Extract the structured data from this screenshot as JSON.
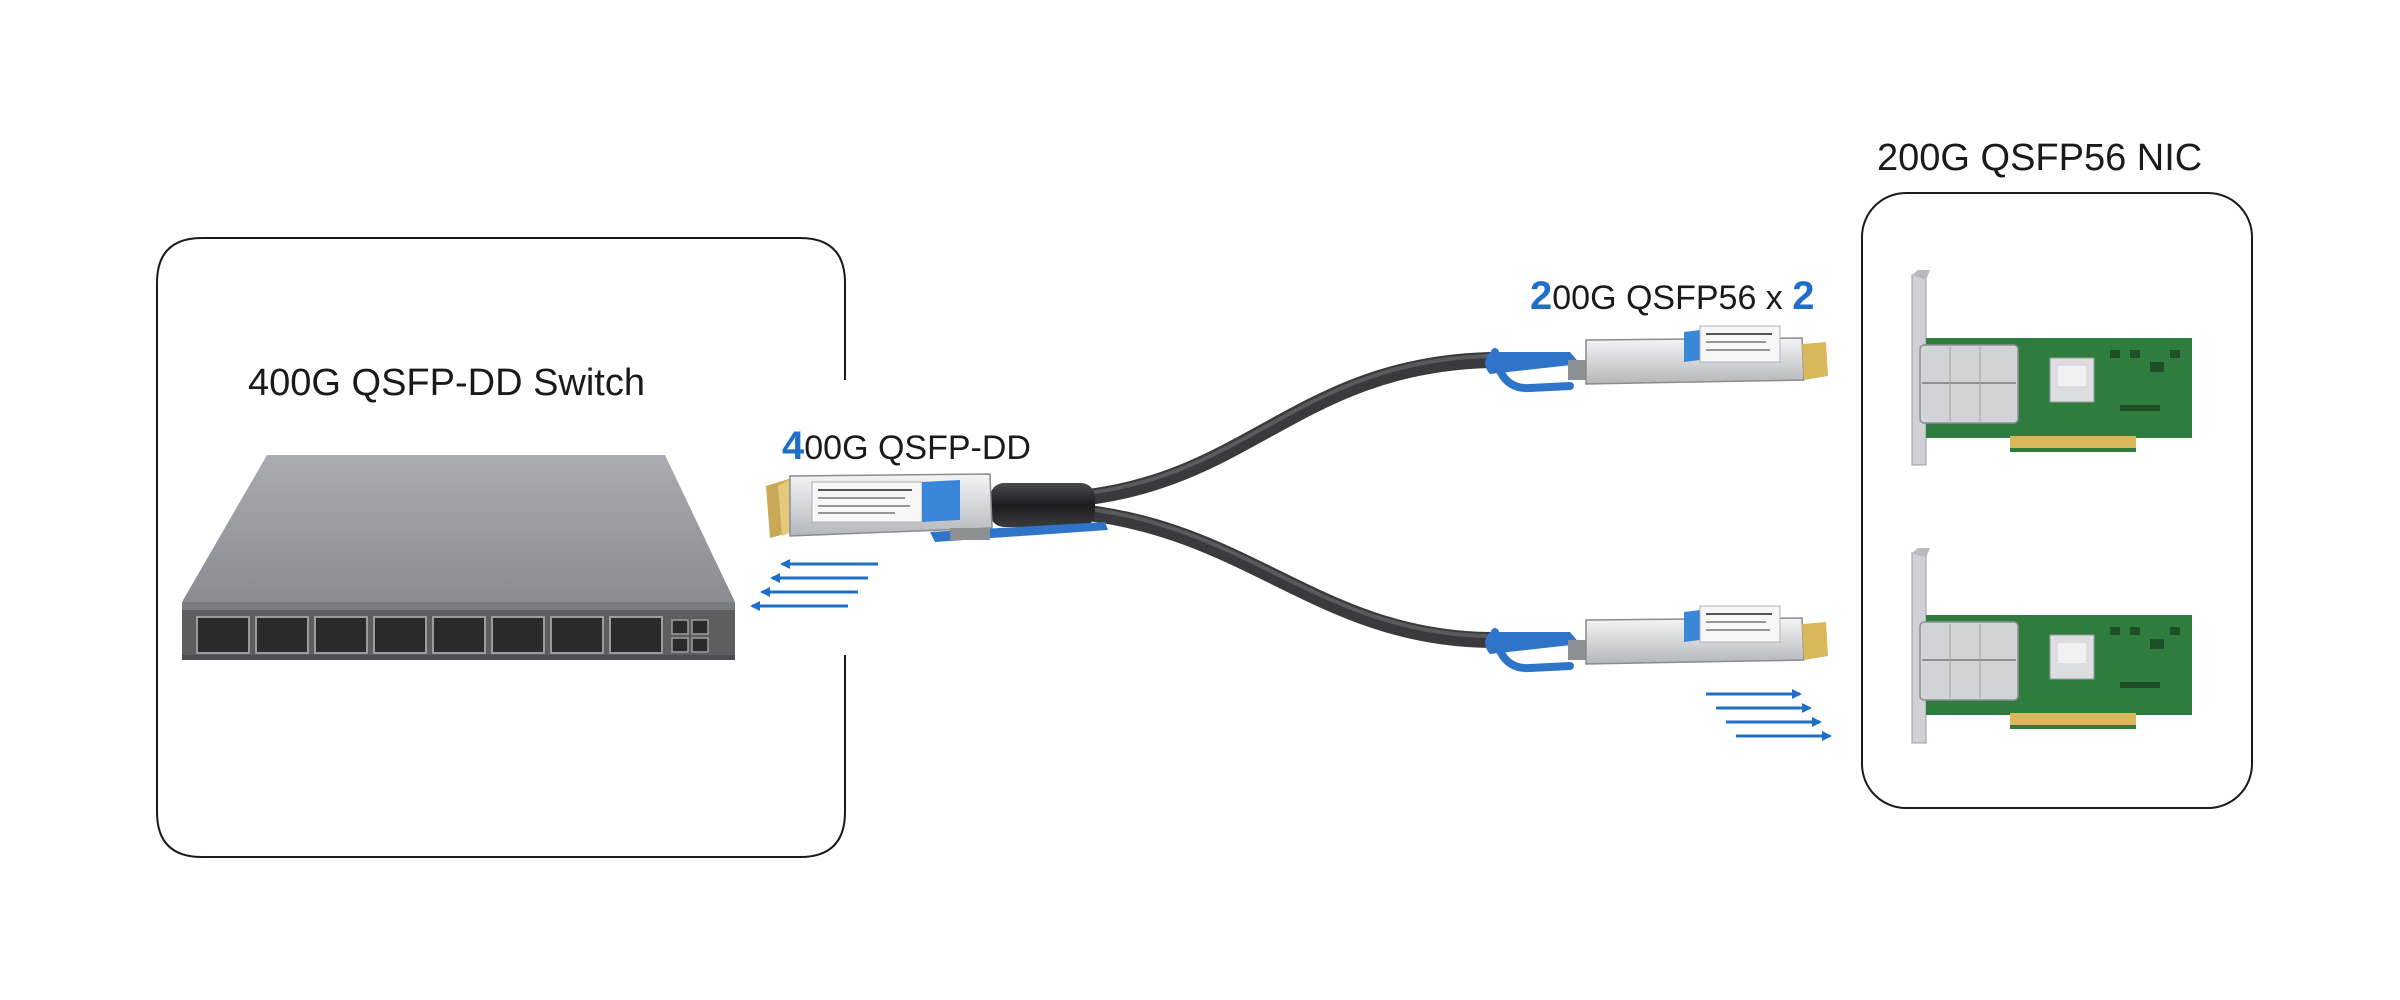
{
  "switch": {
    "title": "400G QSFP-DD Switch"
  },
  "qsfpdd_label": {
    "lead": "4",
    "rest": "00G QSFP-DD"
  },
  "qsfp56_label": {
    "lead": "2",
    "middle": "00G QSFP56 x ",
    "tail": "2"
  },
  "nic": {
    "title": "200G QSFP56 NIC"
  },
  "colors": {
    "accent_blue": "#1f6fc9",
    "switch_body": "#8e9095",
    "cable": "#2b2b2d",
    "pcb_green": "#2f7d3e",
    "gold": "#d9b85c"
  }
}
